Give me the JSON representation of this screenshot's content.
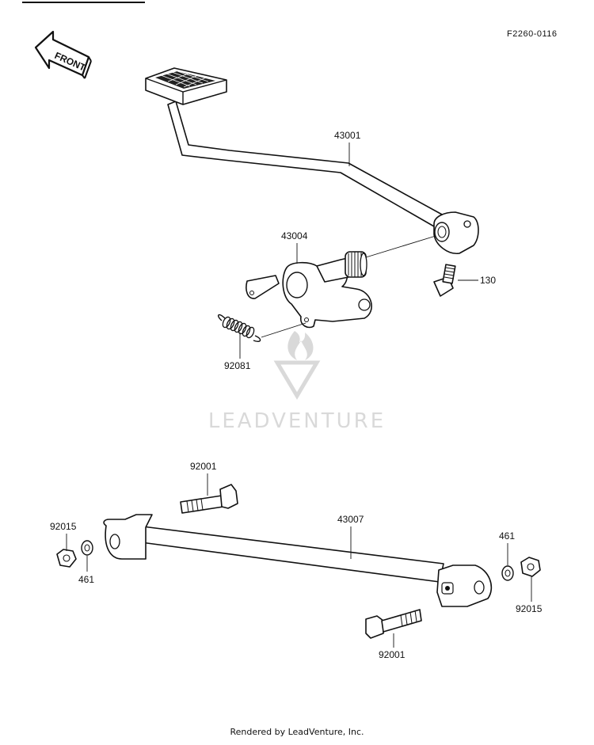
{
  "diagram": {
    "drawing_code": "F2260-0116",
    "front_arrow_label": "FRONT",
    "watermark_text": "LEADVENTURE",
    "footer": "Rendered by LeadVenture, Inc.",
    "parts": {
      "p43001": "43001",
      "p43004": "43004",
      "p130": "130",
      "p92081": "92081",
      "p92001_top": "92001",
      "p43007": "43007",
      "p92015_left": "92015",
      "p461_left": "461",
      "p461_right": "461",
      "p92015_right": "92015",
      "p92001_bottom": "92001"
    }
  }
}
